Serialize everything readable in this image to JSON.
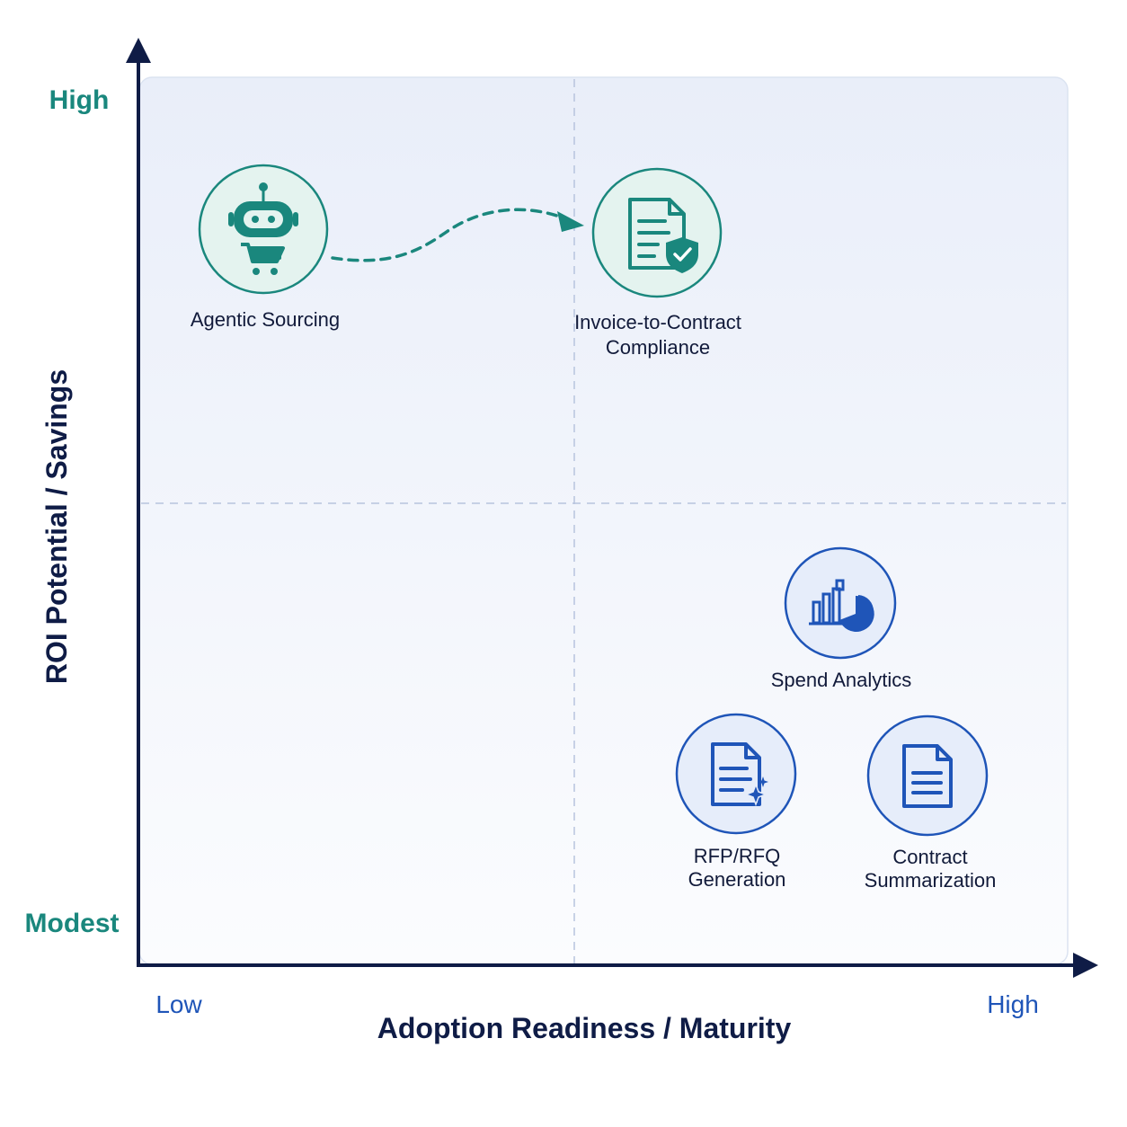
{
  "y_axis": {
    "title": "ROI Potential / Savings",
    "high_label": "High",
    "low_label": "Modest"
  },
  "x_axis": {
    "title": "Adoption Readiness / Maturity",
    "low_label": "Low",
    "high_label": "High"
  },
  "nodes": [
    {
      "id": "agentic-sourcing",
      "label_lines": [
        "Agentic Sourcing"
      ],
      "icon": "robot-cart-icon",
      "theme": "teal"
    },
    {
      "id": "invoice-compliance",
      "label_lines": [
        "Invoice-to-Contract",
        "Compliance"
      ],
      "icon": "document-shield-icon",
      "theme": "teal"
    },
    {
      "id": "spend-analytics",
      "label_lines": [
        "Spend Analytics"
      ],
      "icon": "bar-pie-chart-icon",
      "theme": "blue"
    },
    {
      "id": "rfp-generation",
      "label_lines": [
        "RFP/RFQ",
        "Generation"
      ],
      "icon": "document-sparkle-icon",
      "theme": "blue"
    },
    {
      "id": "contract-summarization",
      "label_lines": [
        "Contract",
        "Summarization"
      ],
      "icon": "document-lines-icon",
      "theme": "blue"
    }
  ],
  "colors": {
    "teal_accent": "#1a877d",
    "teal_fill": "#e4f3ef",
    "blue_accent": "#1f55b8",
    "blue_fill": "#e6edfa",
    "axis": "#0f1c46",
    "grid": "#b7c4de"
  }
}
